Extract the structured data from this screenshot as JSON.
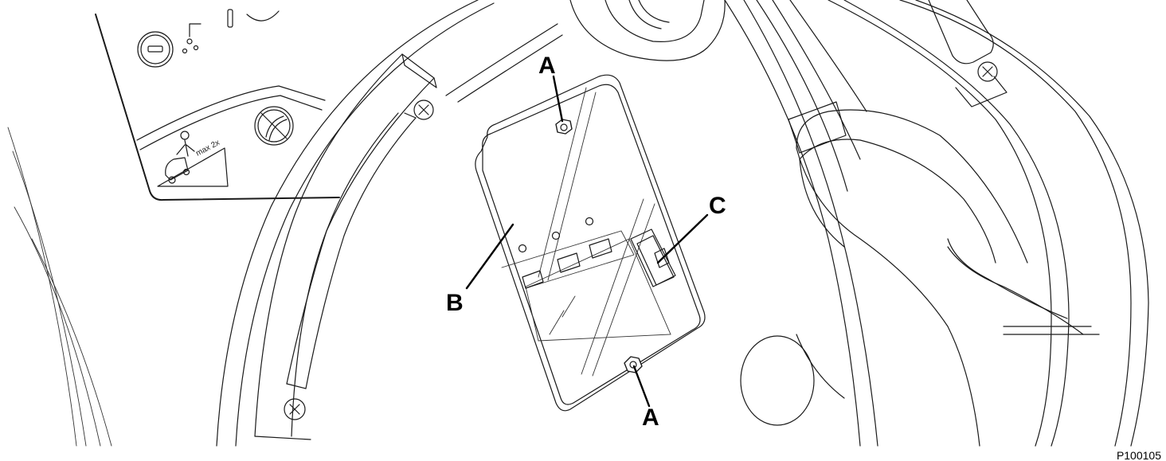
{
  "callouts": {
    "a_top": "A",
    "a_bottom": "A",
    "b": "B",
    "c": "C"
  },
  "decal": {
    "max_text": "max 2x"
  },
  "figure_code": "P100105",
  "colors": {
    "line": "#1a1a1a",
    "background": "#ffffff"
  }
}
